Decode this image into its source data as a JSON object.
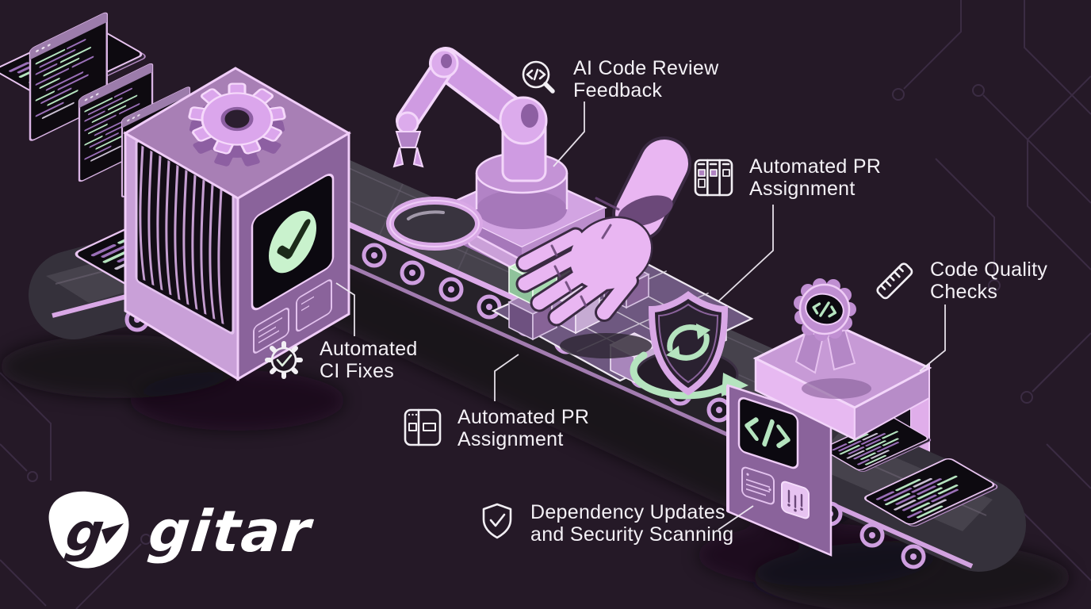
{
  "page": {
    "title": "Automated code pipeline illustration"
  },
  "colors": {
    "background": "#251927",
    "accent_pink": "#e9b6f2",
    "machine_purple": "#8a639b",
    "screen_green": "#b5e4bf",
    "belt_gray": "#46424c",
    "text": "#f4f1f6",
    "circuit_trace": "#3b2c43"
  },
  "logo": {
    "text": "gitar",
    "icon": "gitar-pick-logo"
  },
  "callouts": [
    {
      "id": "ai-code-review",
      "icon": "code-review-magnifier-icon",
      "line1": "AI Code Review",
      "line2": "Feedback"
    },
    {
      "id": "pr-assignment-right",
      "icon": "kanban-board-icon",
      "line1": "Automated PR",
      "line2": "Assignment"
    },
    {
      "id": "code-quality",
      "icon": "ruler-icon",
      "line1": "Code Quality",
      "line2": "Checks"
    },
    {
      "id": "ci-fixes",
      "icon": "gear-check-icon",
      "line1": "Automated",
      "line2": "CI Fixes"
    },
    {
      "id": "pr-assignment-bottom",
      "icon": "split-board-icon",
      "line1": "Automated PR",
      "line2": "Assignment"
    },
    {
      "id": "dependency-security",
      "icon": "shield-check-icon",
      "line1": "Dependency Updates",
      "line2": "and Security Scanning"
    }
  ]
}
